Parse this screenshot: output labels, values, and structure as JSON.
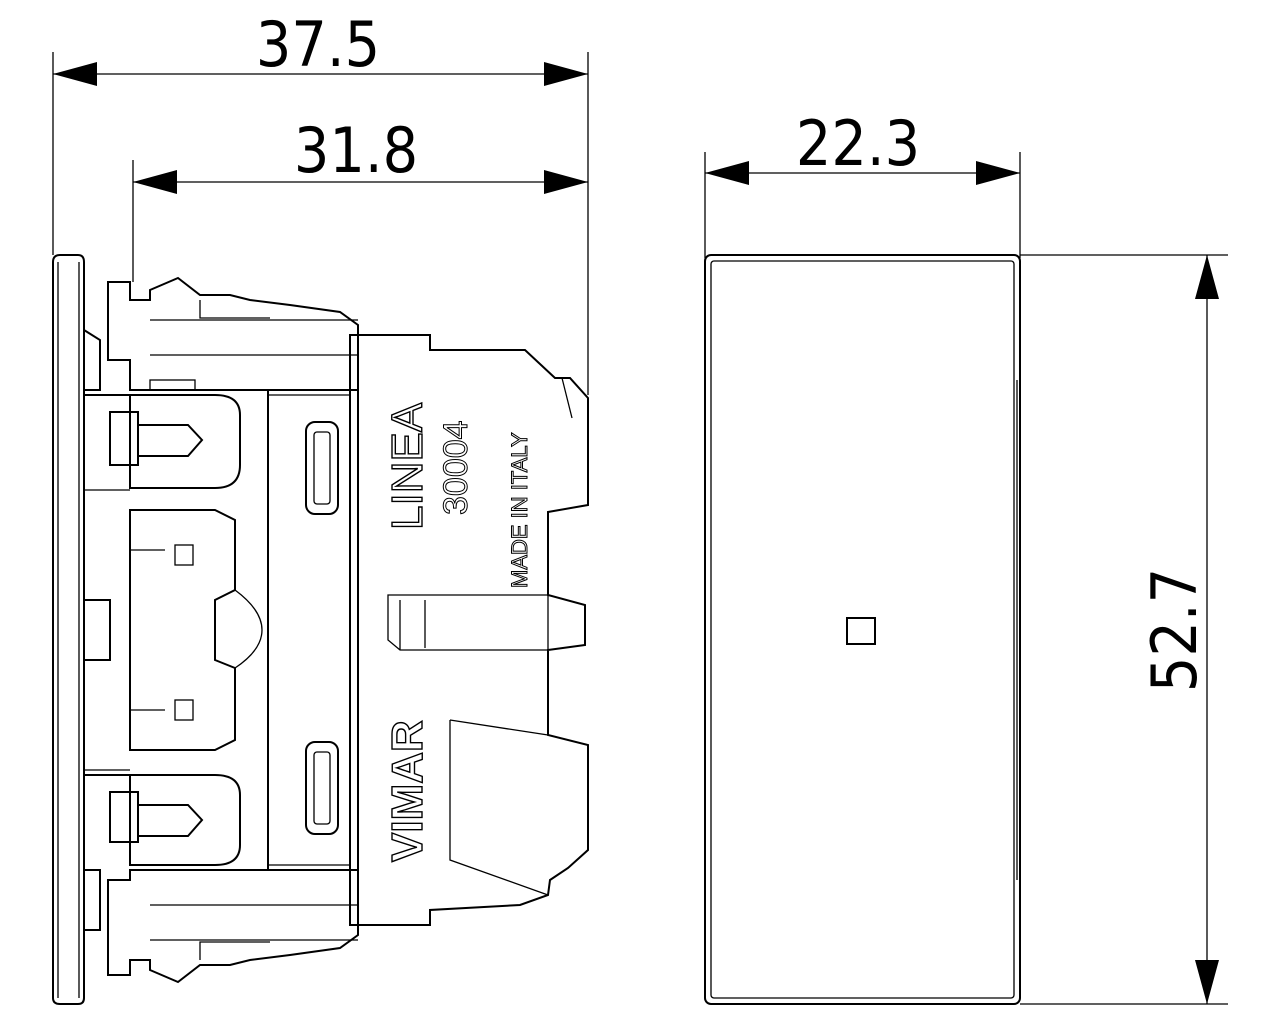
{
  "dimensions": {
    "overall_depth": "37.5",
    "body_depth": "31.8",
    "front_width": "22.3",
    "height": "52.7"
  },
  "markings": {
    "brand": "VIMAR",
    "line": "LINEA",
    "code": "30004",
    "origin": "MADE IN ITALY"
  },
  "colors": {
    "line": "#000000",
    "background": "#ffffff"
  }
}
